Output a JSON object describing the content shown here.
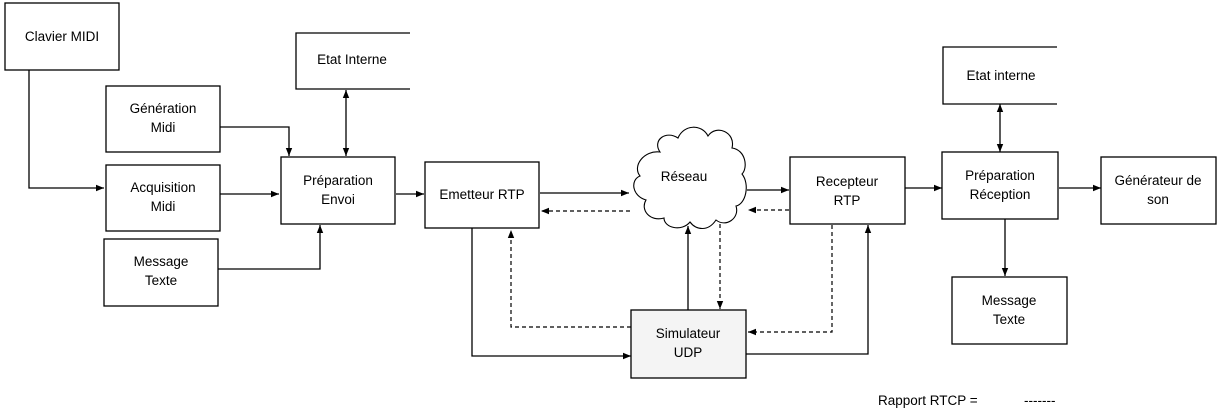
{
  "diagram": {
    "nodes": {
      "clavier_midi": {
        "lines": [
          "Clavier MIDI"
        ]
      },
      "generation_midi": {
        "lines": [
          "Génération",
          "Midi"
        ]
      },
      "acquisition_midi": {
        "lines": [
          "Acquisition",
          "Midi"
        ]
      },
      "message_texte_in": {
        "lines": [
          "Message",
          "Texte"
        ]
      },
      "etat_interne_send": {
        "lines": [
          "Etat Interne"
        ]
      },
      "preparation_envoi": {
        "lines": [
          "Préparation",
          "Envoi"
        ]
      },
      "emetteur_rtp": {
        "lines": [
          "Emetteur RTP"
        ]
      },
      "reseau": {
        "lines": [
          "Réseau"
        ]
      },
      "simulateur_udp": {
        "lines": [
          "Simulateur",
          "UDP"
        ]
      },
      "recepteur_rtp": {
        "lines": [
          "Recepteur",
          "RTP"
        ]
      },
      "etat_interne_recv": {
        "lines": [
          "Etat interne"
        ]
      },
      "preparation_reception": {
        "lines": [
          "Préparation",
          "Réception"
        ]
      },
      "generateur_son": {
        "lines": [
          "Générateur de",
          "son"
        ]
      },
      "message_texte_out": {
        "lines": [
          "Message",
          "Texte"
        ]
      }
    },
    "edges": [
      {
        "from": "Clavier MIDI",
        "to": "Acquisition Midi",
        "style": "solid"
      },
      {
        "from": "Génération Midi",
        "to": "Préparation Envoi",
        "style": "solid"
      },
      {
        "from": "Acquisition Midi",
        "to": "Préparation Envoi",
        "style": "solid"
      },
      {
        "from": "Message Texte",
        "to": "Préparation Envoi",
        "style": "solid"
      },
      {
        "from": "Etat Interne",
        "to": "Préparation Envoi",
        "style": "solid",
        "bidirectional": true
      },
      {
        "from": "Préparation Envoi",
        "to": "Emetteur RTP",
        "style": "solid"
      },
      {
        "from": "Emetteur RTP",
        "to": "Réseau",
        "style": "solid"
      },
      {
        "from": "Réseau",
        "to": "Emetteur RTP",
        "style": "dashed"
      },
      {
        "from": "Emetteur RTP",
        "to": "Simulateur UDP",
        "style": "solid"
      },
      {
        "from": "Simulateur UDP",
        "to": "Emetteur RTP",
        "style": "dashed"
      },
      {
        "from": "Simulateur UDP",
        "to": "Réseau",
        "style": "solid"
      },
      {
        "from": "Réseau",
        "to": "Simulateur UDP",
        "style": "dashed"
      },
      {
        "from": "Réseau",
        "to": "Recepteur RTP",
        "style": "solid"
      },
      {
        "from": "Recepteur RTP",
        "to": "Réseau",
        "style": "dashed"
      },
      {
        "from": "Recepteur RTP",
        "to": "Simulateur UDP",
        "style": "dashed"
      },
      {
        "from": "Simulateur UDP",
        "to": "Recepteur RTP",
        "style": "solid"
      },
      {
        "from": "Recepteur RTP",
        "to": "Préparation Réception",
        "style": "solid"
      },
      {
        "from": "Etat interne",
        "to": "Préparation Réception",
        "style": "solid",
        "bidirectional": true
      },
      {
        "from": "Préparation Réception",
        "to": "Générateur de son",
        "style": "solid"
      },
      {
        "from": "Préparation Réception",
        "to": "Message Texte",
        "style": "solid"
      }
    ],
    "legend": {
      "label": "Rapport RTCP =",
      "sample": "-------",
      "meaning": "dashed line"
    }
  }
}
